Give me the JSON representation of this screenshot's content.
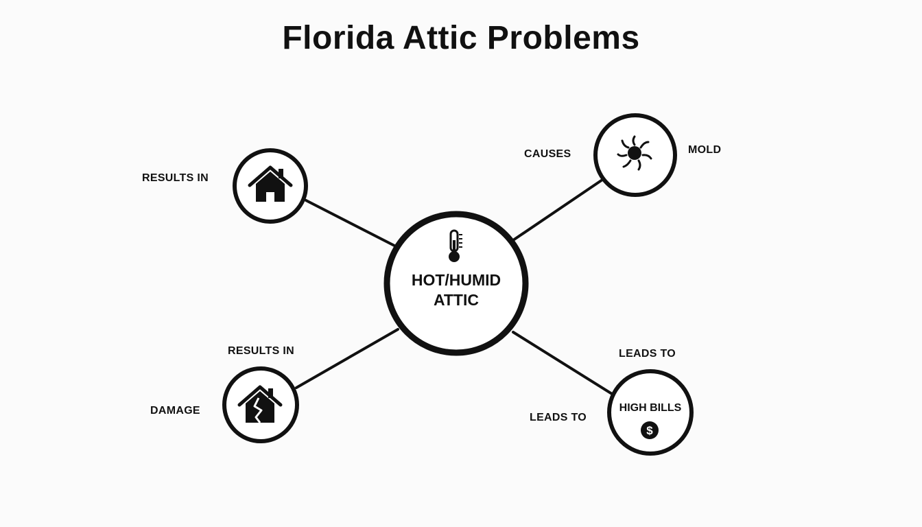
{
  "title": "Florida Attic Problems",
  "center": {
    "line1": "HOT/HUMID",
    "line2": "ATTIC",
    "icon": "thermometer-icon"
  },
  "nodes": {
    "house": {
      "icon": "house-icon",
      "edge_label": "RESULTS IN"
    },
    "mold": {
      "icon": "mold-spore-icon",
      "edge_label": "CAUSES",
      "label": "MOLD"
    },
    "damage": {
      "icon": "cracked-house-icon",
      "edge_label": "RESULTS IN",
      "label": "DAMAGE"
    },
    "bills": {
      "icon": "dollar-icon",
      "edge_label_top": "LEADS TO",
      "edge_label_left": "LEADS TO",
      "label": "HIGH BILLS",
      "symbol": "$"
    }
  },
  "colors": {
    "ink": "#111111",
    "background": "#fbfbfb"
  }
}
